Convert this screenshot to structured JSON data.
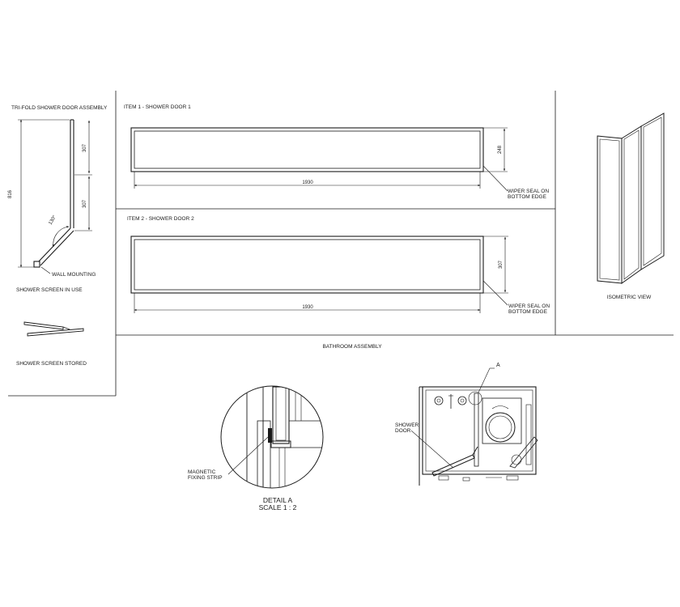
{
  "tri_fold": {
    "title": "TRI-FOLD SHOWER DOOR ASSEMBLY",
    "dim_height": "816",
    "dim_upper": "307",
    "dim_lower": "307",
    "angle": "130°",
    "wall_mounting": "WALL MOUNTING",
    "in_use": "SHOWER SCREEN IN USE",
    "stored": "SHOWER SCREEN STORED"
  },
  "item1": {
    "title": "ITEM 1 - SHOWER DOOR 1",
    "width": "1930",
    "height": "248",
    "note_line1": "WIPER SEAL ON",
    "note_line2": "BOTTOM EDGE"
  },
  "item2": {
    "title": "ITEM 2 - SHOWER DOOR 2",
    "width": "1930",
    "height": "307",
    "note_line1": "WIPER SEAL ON",
    "note_line2": "BOTTOM EDGE"
  },
  "isometric": {
    "label": "ISOMETRIC VIEW"
  },
  "bathroom": {
    "title": "BATHROOM ASSEMBLY",
    "detail_marker": "A",
    "door_line1": "SHOWER",
    "door_line2": "DOOR"
  },
  "detail": {
    "strip_line1": "MAGNETIC",
    "strip_line2": "FIXING STRIP",
    "title": "DETAIL A",
    "scale": "SCALE 1 : 2"
  }
}
